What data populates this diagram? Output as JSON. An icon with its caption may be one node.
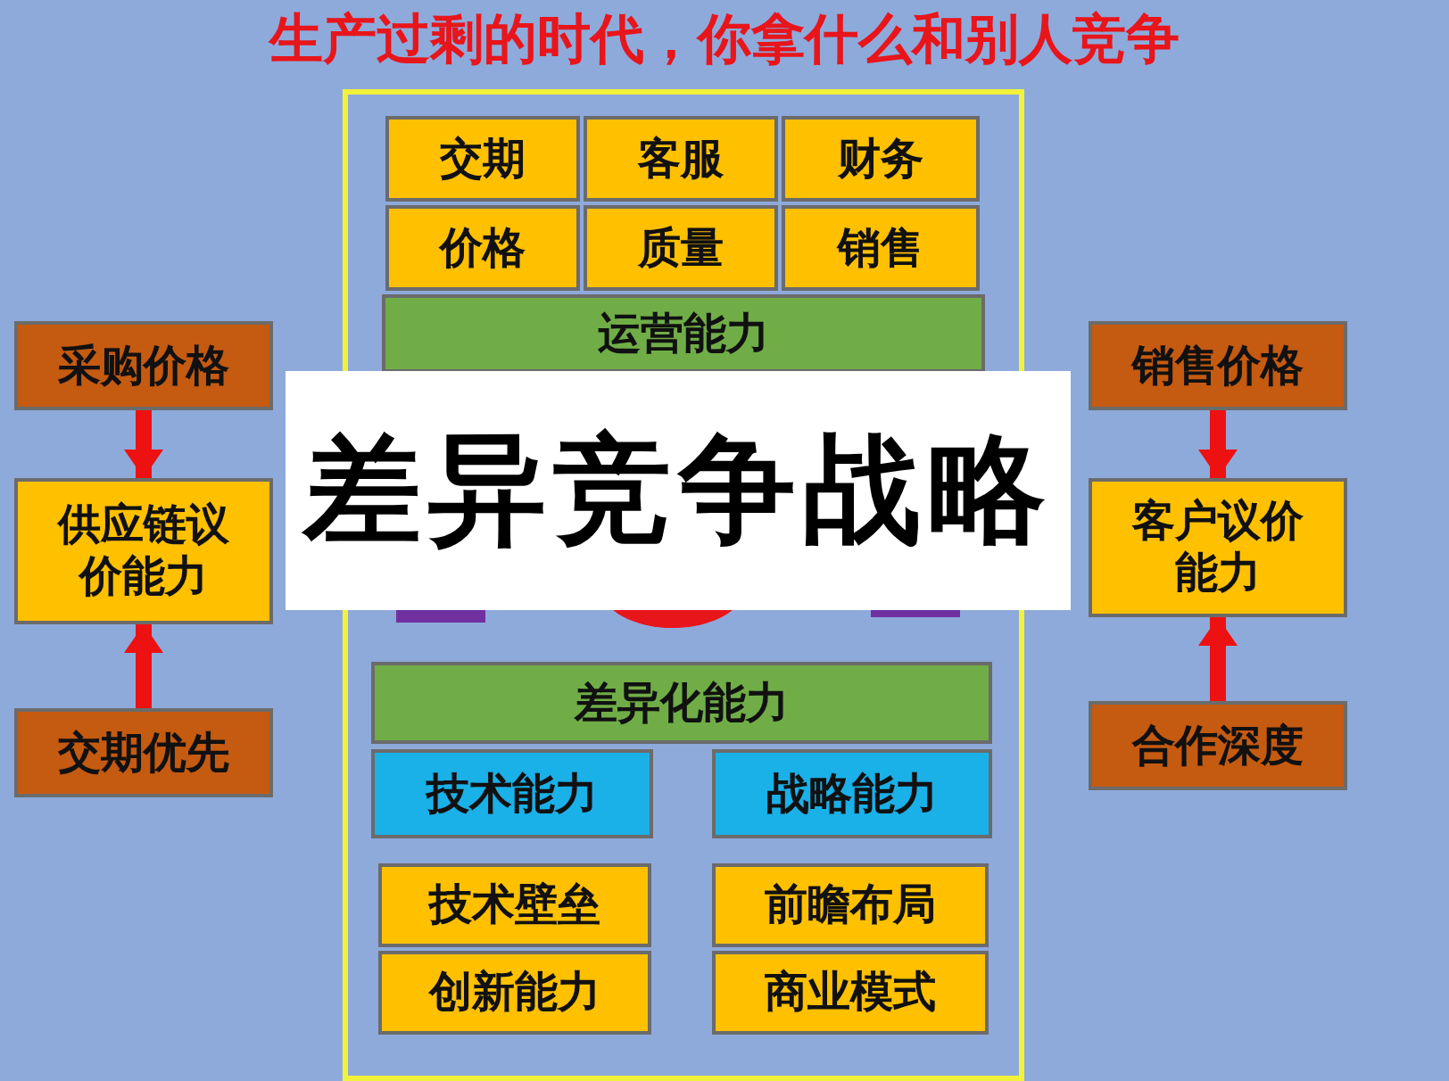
{
  "diagram": {
    "title": "生产过剩的时代，你拿什么和别人竞争",
    "nodes": [
      {
        "text": [],
        "shape": "box"
      },
      {
        "text": [
          "交期"
        ],
        "in": 0
      },
      {
        "text": [
          "客服"
        ],
        "in": 0
      },
      {
        "text": [
          "财务"
        ],
        "in": 0
      },
      {
        "text": [
          "价格"
        ],
        "in": 0
      },
      {
        "text": [
          "质量"
        ],
        "in": 0
      },
      {
        "text": [
          "销售"
        ],
        "in": 0
      },
      {
        "text": [
          "运营能力"
        ],
        "in": 0
      },
      {
        "text": [
          "差异化能力"
        ],
        "in": 0
      },
      {
        "text": [
          "技术能力"
        ],
        "in": 0
      },
      {
        "text": [
          "战略能力"
        ],
        "in": 0
      },
      {
        "text": [
          "技术壁垒"
        ],
        "in": 0
      },
      {
        "text": [
          "前瞻布局"
        ],
        "in": 0
      },
      {
        "text": [
          "创新能力"
        ],
        "in": 0
      },
      {
        "text": [
          "商业模式"
        ],
        "in": 0
      },
      {
        "text": [
          "采购价格"
        ]
      },
      {
        "text": [
          "供应链议价能力"
        ]
      },
      {
        "text": [
          "交期优先"
        ]
      },
      {
        "text": [
          "销售价格"
        ]
      },
      {
        "text": [
          "客户议价能力"
        ]
      },
      {
        "text": [
          "合作深度"
        ]
      },
      {
        "text": [
          "差异竞争战略"
        ]
      }
    ],
    "edges": [
      {
        "from": 15,
        "to": 16,
        "arrow": "to"
      },
      {
        "from": 17,
        "to": 16,
        "arrow": "to"
      },
      {
        "from": 18,
        "to": 19,
        "arrow": "to"
      },
      {
        "from": 20,
        "to": 19,
        "arrow": "to"
      }
    ]
  }
}
